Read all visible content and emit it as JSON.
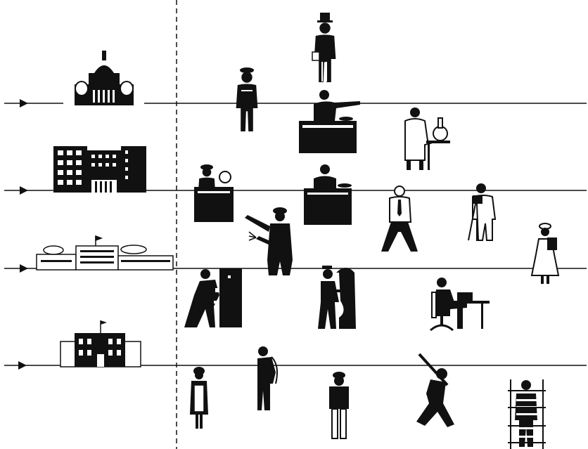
{
  "figure": {
    "ink_color": "#111111",
    "paper_color": "#ffffff",
    "levels": [
      {
        "building": "capitol-building-icon"
      },
      {
        "building": "office-building-icon"
      },
      {
        "building": "factory-building-icon"
      },
      {
        "building": "schoolhouse-icon"
      }
    ],
    "figures": [
      "capitalist-top-hat-figure",
      "police-officer-figure",
      "executive-pointing-desk-figure",
      "scientist-flask-figure",
      "teacher-globe-desk-figure",
      "clerk-telephone-desk-figure",
      "office-worker-figure",
      "photographer-figure",
      "nurse-figure",
      "firefighter-hose-figure",
      "laborer-machine-figure",
      "machinist-figure",
      "typist-figure",
      "maid-figure",
      "farmer-figure",
      "miner-figure",
      "soldier-rifle-figure",
      "prisoner-bars-figure"
    ]
  }
}
